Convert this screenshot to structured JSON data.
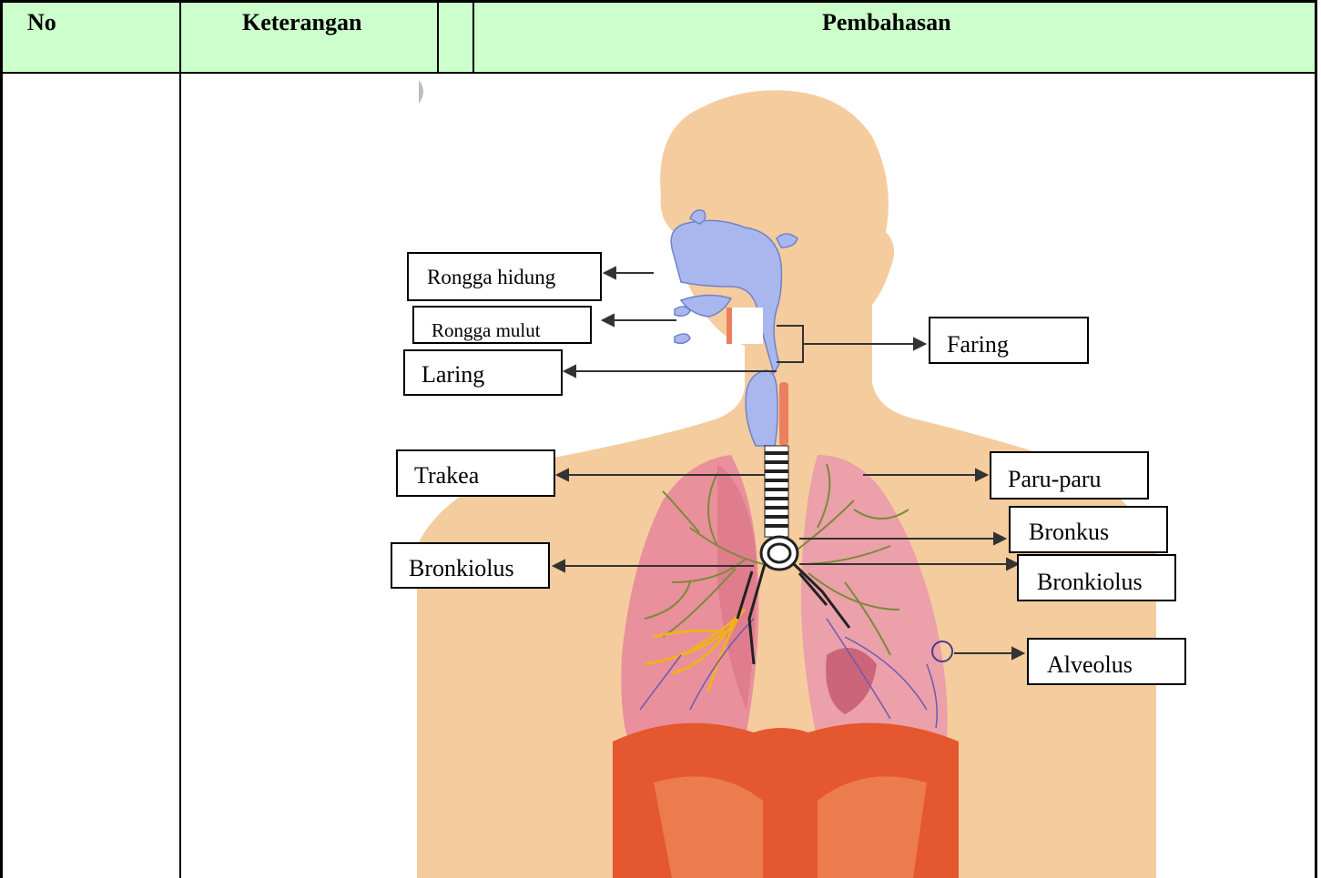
{
  "table": {
    "header": {
      "col_no": "No",
      "col_keterangan": "Keterangan",
      "col_pembahasan": "Pembahasan"
    },
    "header_color": "#ccffcc"
  },
  "figure": {
    "labels": {
      "rongga_hidung": "Rongga hidung",
      "rongga_mulut": "Rongga mulut",
      "laring": "Laring",
      "faring": "Faring",
      "trakea": "Trakea",
      "paru_paru": "Paru-paru",
      "bronkus": "Bronkus",
      "bronkiolus_left": "Bronkiolus",
      "bronkiolus_right": "Bronkiolus",
      "alveolus": "Alveolus"
    },
    "colors": {
      "skin": "#f5cc9e",
      "airway": "#aab7ee",
      "lung": "#e9909c",
      "diaphragm": "#e5572f",
      "bronchi_green": "#7c8a3a",
      "bronchi_yellow": "#f0b020"
    }
  }
}
